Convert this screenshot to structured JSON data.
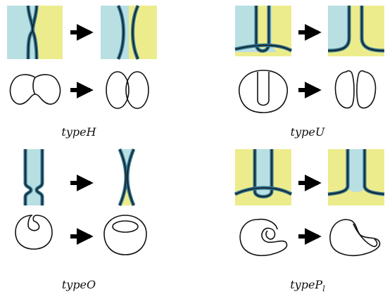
{
  "colors": {
    "blue": "#b8dfe2",
    "yellow": "#ecec8c",
    "stroke": "#111111",
    "band": "#2f6f8c",
    "arrow": "#000000"
  },
  "panels": [
    {
      "id": "typeH",
      "caption_main": "typeH",
      "caption_sub": ""
    },
    {
      "id": "typeU",
      "caption_main": "typeU",
      "caption_sub": ""
    },
    {
      "id": "typeO",
      "caption_main": "typeO",
      "caption_sub": ""
    },
    {
      "id": "typePl",
      "caption_main": "typeP",
      "caption_sub": "l"
    }
  ]
}
